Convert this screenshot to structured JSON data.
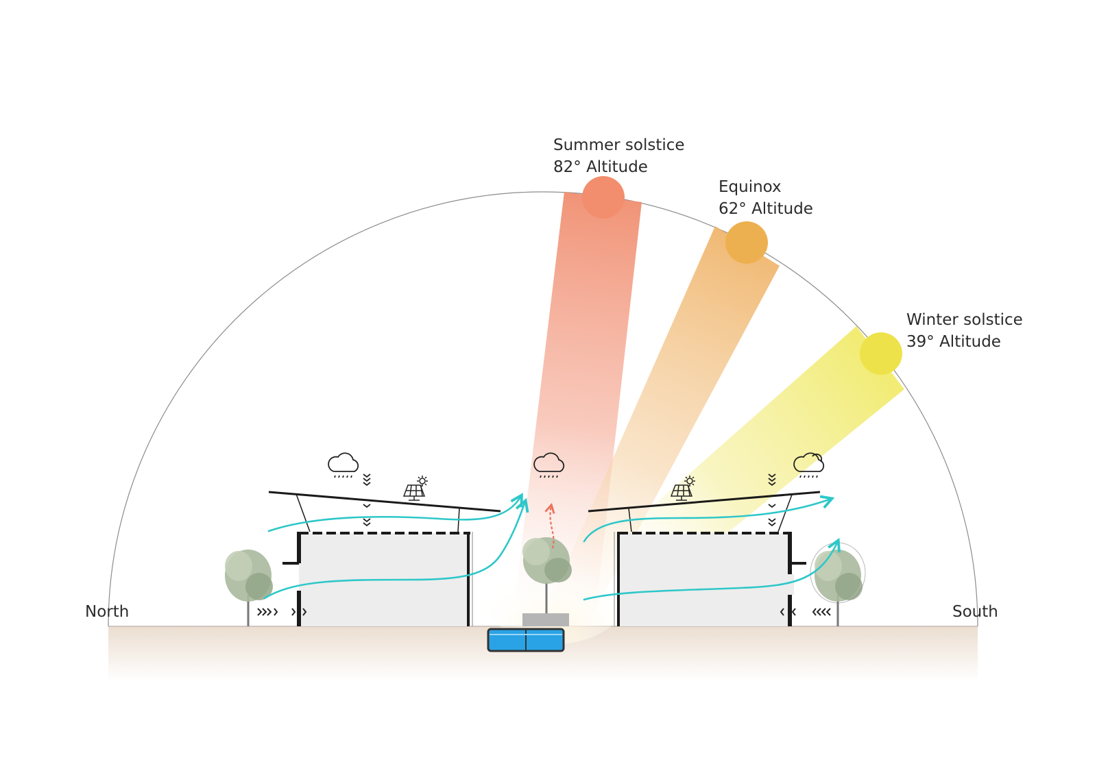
{
  "colors": {
    "summer_sun": "#F28D6E",
    "equinox_sun": "#EDB050",
    "winter_sun": "#EEE24A",
    "airflow": "#2EC7C9",
    "warm_air": "#E8705A",
    "ground": "#EFE3D8",
    "building_fill": "#EDEDED",
    "water": "#2AA3E6"
  },
  "icons": {
    "rain": "rain-cloud-icon",
    "sun_rain": "sun-rain-cloud-icon",
    "solar": "solar-panel-icon",
    "flow": "chevron-arrows-icon"
  },
  "directions": {
    "north": "North",
    "south": "South"
  },
  "suns": [
    {
      "id": "summer",
      "name": "Summer solstice",
      "altitude": "82° Altitude",
      "altitude_deg": 82
    },
    {
      "id": "equinox",
      "name": "Equinox",
      "altitude": "62° Altitude",
      "altitude_deg": 62
    },
    {
      "id": "winter",
      "name": "Winter solstice",
      "altitude": "39° Altitude",
      "altitude_deg": 39
    }
  ]
}
